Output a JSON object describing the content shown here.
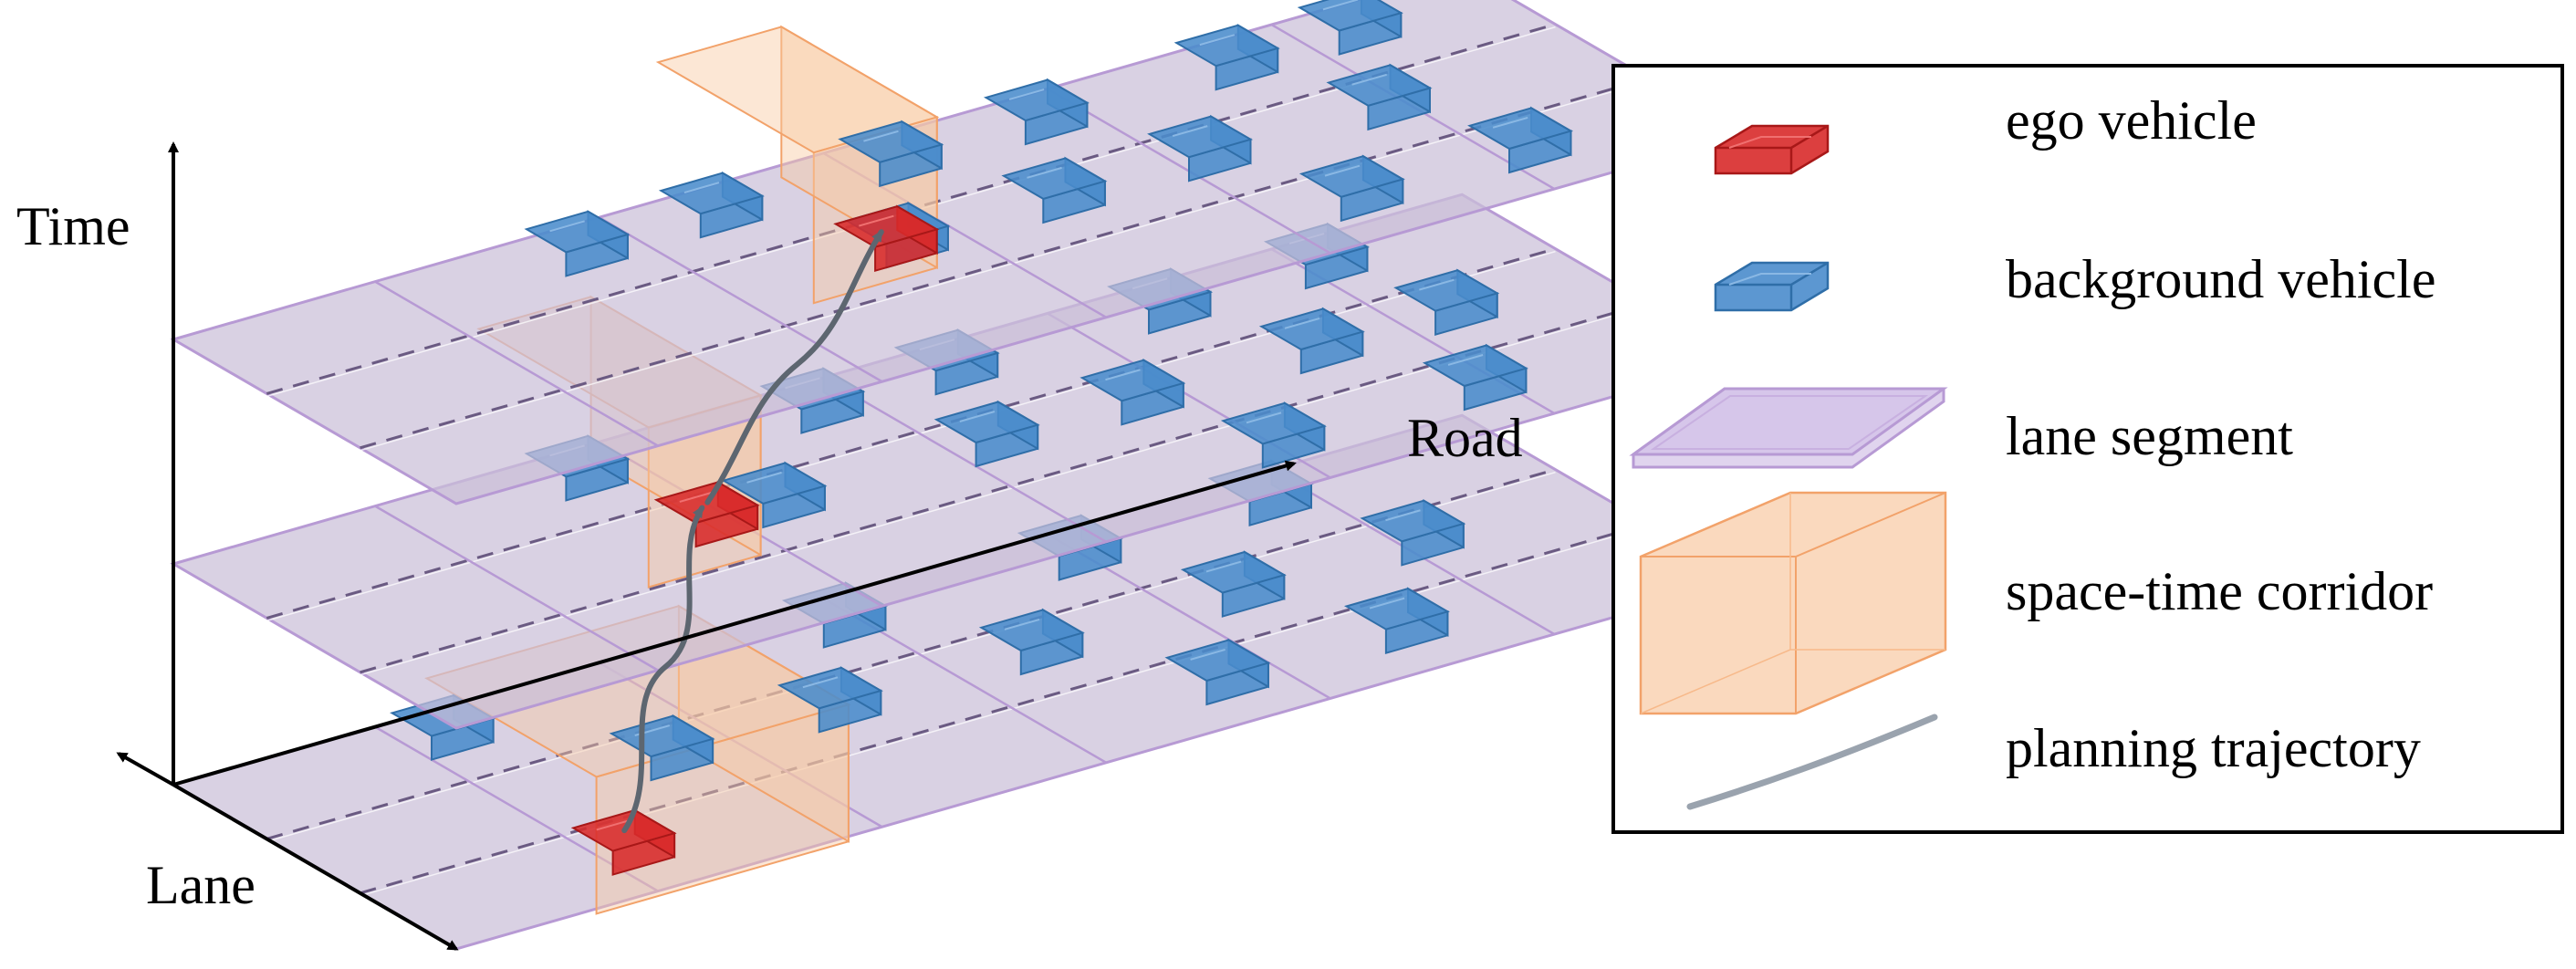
{
  "axes": {
    "time_label": "Time",
    "road_label": "Road",
    "lane_label": "Lane"
  },
  "legend": {
    "items": [
      {
        "key": "ego",
        "label": "ego vehicle"
      },
      {
        "key": "background",
        "label": "background vehicle"
      },
      {
        "key": "lane",
        "label": "lane segment"
      },
      {
        "key": "corridor",
        "label": "space-time corridor"
      },
      {
        "key": "trajectory",
        "label": "planning trajectory"
      }
    ]
  },
  "colors": {
    "ego": "#d82a2a",
    "ego_dark": "#a81818",
    "background": "#4a8ccc",
    "background_dark": "#2f6ea8",
    "lane_fill": "#cbbfd8",
    "lane_stroke": "#b79ad4",
    "corridor_fill": "#f8c9a2",
    "corridor_stroke": "#f2a26a",
    "trajectory": "#5d6670",
    "legend_trajectory": "#9aa3ae"
  },
  "scene": {
    "layers": 3,
    "ego_per_layer": 1,
    "background_vehicles_per_layer": [
      11,
      12,
      12
    ]
  }
}
